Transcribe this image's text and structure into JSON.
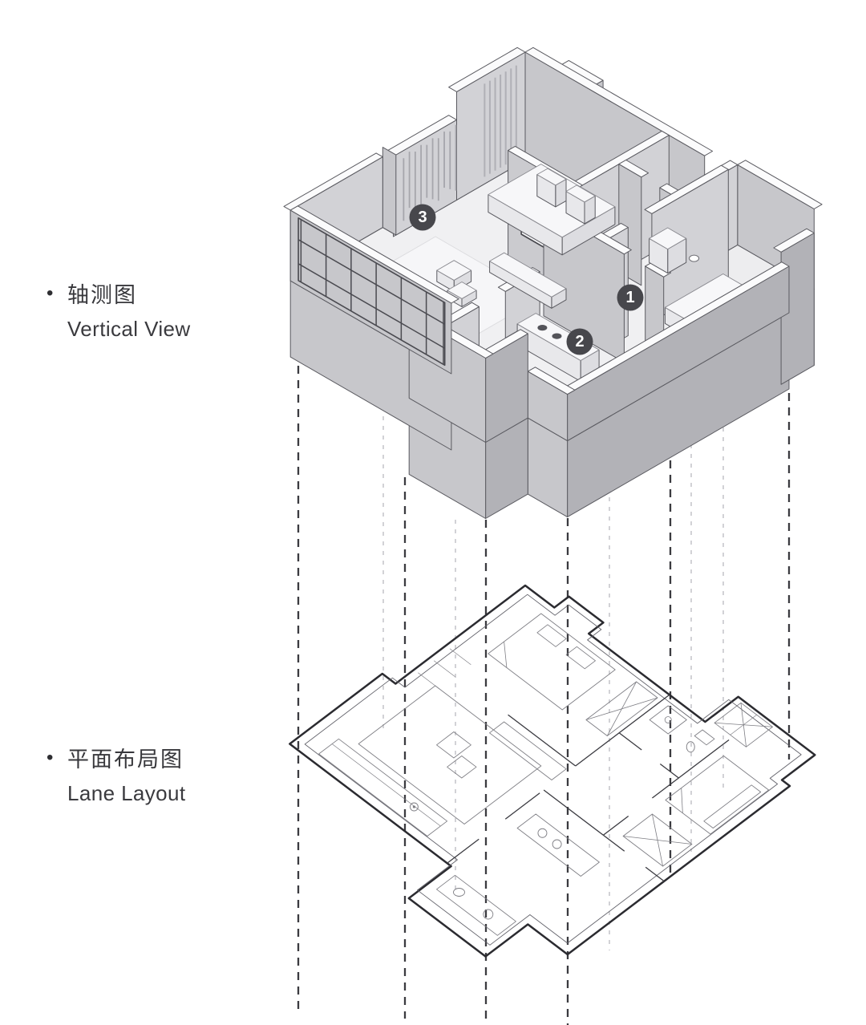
{
  "page": {
    "background": "#ffffff"
  },
  "labels": {
    "axon": {
      "bullet": "•",
      "zh": "轴测图",
      "en": "Vertical View"
    },
    "plan": {
      "bullet": "•",
      "zh": "平面布局图",
      "en": "Lane Layout"
    }
  },
  "markers": [
    {
      "label": "1"
    },
    {
      "label": "2"
    },
    {
      "label": "3"
    }
  ],
  "colors": {
    "wall_light": "#d2d2d6",
    "wall_mid": "#c7c7cb",
    "wall_dark": "#b2b2b7",
    "wall_top": "#fbfbfc",
    "floor": "#f0f0f2",
    "rug": "#f6f6f8",
    "outline": "#5a5a60",
    "badge_bg": "#47474c",
    "badge_text": "#ffffff",
    "plan_outline": "#2b2b30",
    "plan_wall": "#3a3a40",
    "plan_furniture": "#7e7e84",
    "dash_dark": "#3b3b40",
    "dash_light": "#c4c4c8",
    "label_text": "#38383c",
    "accent_black": "#151515"
  }
}
